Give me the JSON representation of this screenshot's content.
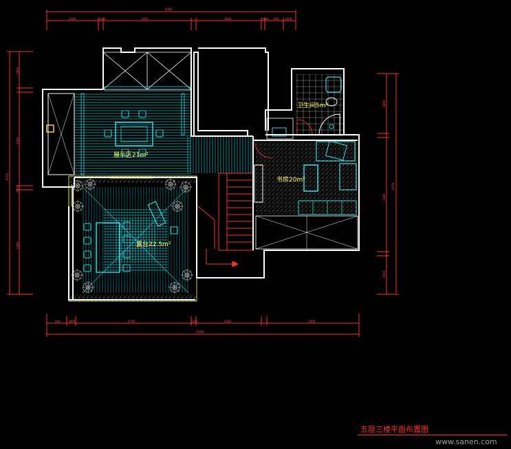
{
  "drawing": {
    "title": "五层三楼平面布置图",
    "watermark": "www.sanen.com",
    "rooms": {
      "dining": "展示区21m²",
      "balcony": "露台22.5m²",
      "study": "书房20m²",
      "bathroom": "卫生间5m²"
    },
    "dims_top": [
      "9300",
      "2400",
      "1200",
      "3450",
      "2800",
      "1600",
      "850",
      "1000"
    ],
    "dims_bottom": [
      "9300",
      "400",
      "1800",
      "4750",
      "1200",
      "2400",
      "1400"
    ],
    "dims_left": [
      "9700",
      "1800",
      "2400",
      "2900",
      "2400"
    ],
    "dims_right": [
      "9700",
      "2800",
      "3400",
      "2500"
    ]
  },
  "colors": {
    "wall": "#ffffff",
    "furniture": "#3ad6e0",
    "dimension": "#ff3333",
    "label": "#ffff66",
    "plant": "#cfcfcf"
  }
}
